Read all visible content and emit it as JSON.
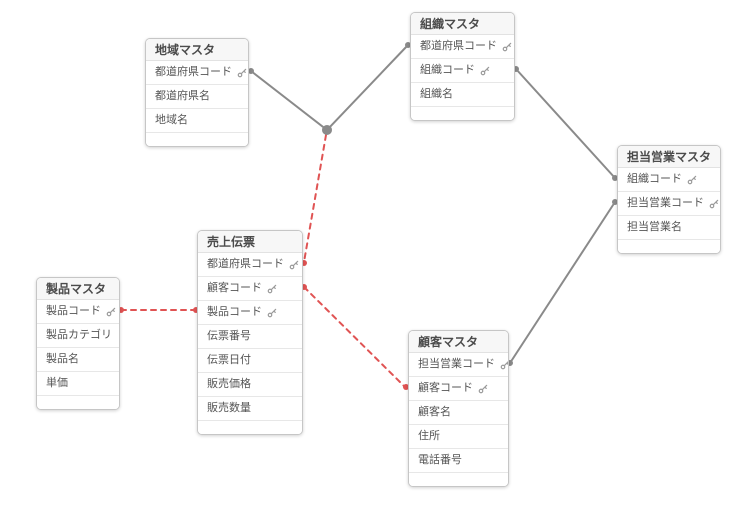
{
  "diagram": {
    "type": "entity-relationship",
    "tables": [
      {
        "id": "region",
        "title": "地域マスタ",
        "fields": [
          {
            "label": "都道府県コード",
            "key": true
          },
          {
            "label": "都道府県名",
            "key": false
          },
          {
            "label": "地域名",
            "key": false
          }
        ]
      },
      {
        "id": "organization",
        "title": "組織マスタ",
        "fields": [
          {
            "label": "都道府県コード",
            "key": true
          },
          {
            "label": "組織コード",
            "key": true
          },
          {
            "label": "組織名",
            "key": false
          }
        ]
      },
      {
        "id": "salesrep",
        "title": "担当営業マスタ",
        "fields": [
          {
            "label": "組織コード",
            "key": true
          },
          {
            "label": "担当営業コード",
            "key": true
          },
          {
            "label": "担当営業名",
            "key": false
          }
        ]
      },
      {
        "id": "product",
        "title": "製品マスタ",
        "fields": [
          {
            "label": "製品コード",
            "key": true
          },
          {
            "label": "製品カテゴリ",
            "key": false
          },
          {
            "label": "製品名",
            "key": false
          },
          {
            "label": "単価",
            "key": false
          }
        ]
      },
      {
        "id": "salesslip",
        "title": "売上伝票",
        "fields": [
          {
            "label": "都道府県コード",
            "key": true
          },
          {
            "label": "顧客コード",
            "key": true
          },
          {
            "label": "製品コード",
            "key": true
          },
          {
            "label": "伝票番号",
            "key": false
          },
          {
            "label": "伝票日付",
            "key": false
          },
          {
            "label": "販売価格",
            "key": false
          },
          {
            "label": "販売数量",
            "key": false
          }
        ]
      },
      {
        "id": "customer",
        "title": "顧客マスタ",
        "fields": [
          {
            "label": "担当営業コード",
            "key": true
          },
          {
            "label": "顧客コード",
            "key": true
          },
          {
            "label": "顧客名",
            "key": false
          },
          {
            "label": "住所",
            "key": false
          },
          {
            "label": "電話番号",
            "key": false
          }
        ]
      }
    ],
    "connections": [
      {
        "from": "地域マスタ.都道府県コード",
        "to": "junction",
        "style": "solid"
      },
      {
        "from": "junction",
        "to": "組織マスタ.都道府県コード",
        "style": "solid"
      },
      {
        "from": "junction",
        "to": "売上伝票.都道府県コード",
        "style": "dashed"
      },
      {
        "from": "組織マスタ.組織コード",
        "to": "担当営業マスタ.組織コード",
        "style": "solid"
      },
      {
        "from": "顧客マスタ.担当営業コード",
        "to": "担当営業マスタ.担当営業コード",
        "style": "solid"
      },
      {
        "from": "製品マスタ.製品コード",
        "to": "売上伝票.製品コード",
        "style": "dashed"
      },
      {
        "from": "売上伝票.顧客コード",
        "to": "顧客マスタ.顧客コード",
        "style": "dashed"
      }
    ],
    "colors": {
      "solid_link": "#8a8a8a",
      "dashed_link": "#e05353",
      "table_border": "#c6c6c6",
      "header_text": "#4b4b4b",
      "field_text": "#555555"
    }
  }
}
